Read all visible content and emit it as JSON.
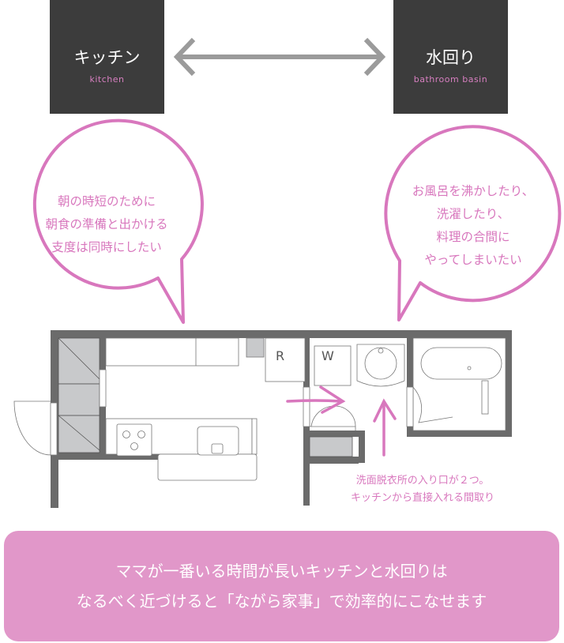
{
  "kitchen_box": {
    "title": "キッチン",
    "subtitle": "kitchen"
  },
  "water_box": {
    "title": "水回り",
    "subtitle": "bathroom basin"
  },
  "left_bubble": {
    "lines": [
      "朝の時短のために",
      "朝食の準備と出かける",
      "支度は同時にしたい"
    ]
  },
  "right_bubble": {
    "lines": [
      "お風呂を沸かしたり、",
      "洗濯したり、",
      "料理の合間に",
      "やってしまいたい"
    ]
  },
  "floorplan": {
    "fridge_label": "R",
    "washer_label": "W"
  },
  "note": {
    "lines": [
      "洗面脱衣所の入り口が２つ。",
      "キッチンから直接入れる間取り"
    ]
  },
  "banner": {
    "lines": [
      "ママが一番いる時間が長いキッチンと水回りは",
      "なるべく近づけると「ながら家事」で効率的にこなせます"
    ]
  },
  "colors": {
    "accent": "#d877bd",
    "dark": "#3c3c3c",
    "banner": "#e197c9",
    "wall": "#6b6b6b",
    "arrow": "#9b9b9b"
  }
}
